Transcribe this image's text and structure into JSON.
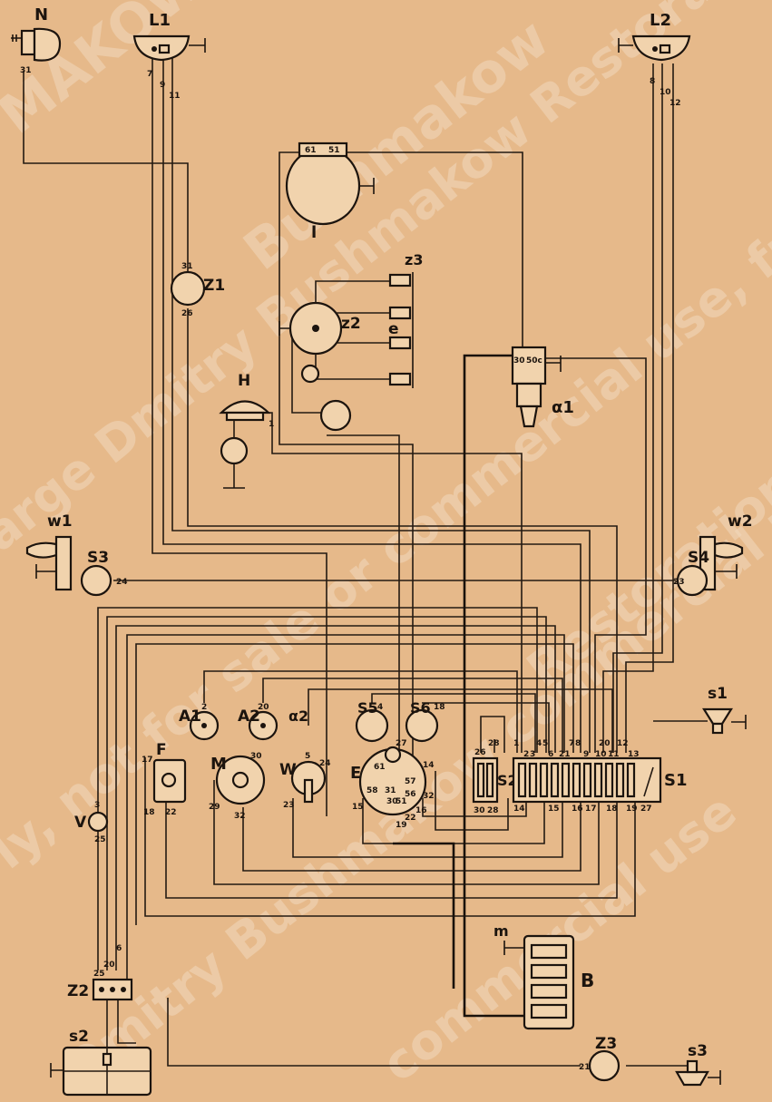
{
  "watermark": {
    "line1": "MAKOW",
    "line2": "Bushmakow",
    "line3": "arge Dmitry Bushmakow Restoration",
    "line4": "ly, not for sale or commercial use, fr",
    "line5": "Dmitry Bushmakow commercial use",
    "line6": "commercial use",
    "line7": "Restoration"
  },
  "components": {
    "N": "N",
    "L1": "L1",
    "L2": "L2",
    "Z1": "Z1",
    "l": "l",
    "z3": "z3",
    "z2": "z2",
    "e": "e",
    "H": "H",
    "a1": "α1",
    "w1": "w1",
    "w2": "w2",
    "S3": "S3",
    "S4": "S4",
    "s1": "s1",
    "A1": "A1",
    "A2": "A2",
    "a2": "α2",
    "S5": "S5",
    "S6": "S6",
    "F": "F",
    "M": "M",
    "W": "W",
    "E": "E",
    "S2": "S2",
    "S1": "S1",
    "V": "V",
    "m": "m",
    "B": "B",
    "Z2": "Z2",
    "s2": "s2",
    "Z3": "Z3",
    "s3": "s3"
  },
  "terminals": {
    "t31": "31",
    "t7": "7",
    "t9": "9",
    "t11": "11",
    "t8": "8",
    "t10": "10",
    "t12": "12",
    "t61": "61",
    "t51": "51",
    "t31b": "31",
    "t26": "26",
    "t30": "30",
    "t50c": "50c",
    "t1": "1",
    "t24": "24",
    "t23": "23",
    "t2": "2",
    "t20": "20",
    "t4": "4",
    "t18": "18",
    "t17": "17",
    "t30b": "30",
    "t5": "5",
    "t24b": "24",
    "t23b": "23",
    "t22": "22",
    "t29": "29",
    "t32": "32",
    "t27": "27",
    "t14": "14",
    "t15": "15",
    "t16": "16",
    "t19": "19",
    "t22b": "22",
    "t32b": "32",
    "t26b": "26",
    "t28": "28",
    "t30c": "30",
    "t28b": "28",
    "s1n1": "1",
    "s1n2": "2",
    "s1n3": "3",
    "s1n4": "4",
    "s1n5": "5",
    "s1n6": "6",
    "s1n7": "7",
    "s1n8": "8",
    "s1n9": "9",
    "s1n20": "20",
    "s1n10": "10",
    "s1n11": "11",
    "s1n12": "12",
    "s1n13": "13",
    "s1n21": "21",
    "s1n14": "14",
    "s1n15": "15",
    "s1n16": "16",
    "s1n17": "17",
    "s1n18": "18",
    "s1n19": "19",
    "s1n27": "27",
    "v3": "3",
    "v25": "25",
    "z2n25": "25",
    "z2n20": "20",
    "z2n6": "6",
    "z3n21": "21",
    "e61": "61",
    "e58": "58",
    "e57": "57",
    "e56": "56",
    "e51": "51",
    "e31": "31",
    "e30": "30",
    "e15": "15",
    "H1": "H"
  }
}
